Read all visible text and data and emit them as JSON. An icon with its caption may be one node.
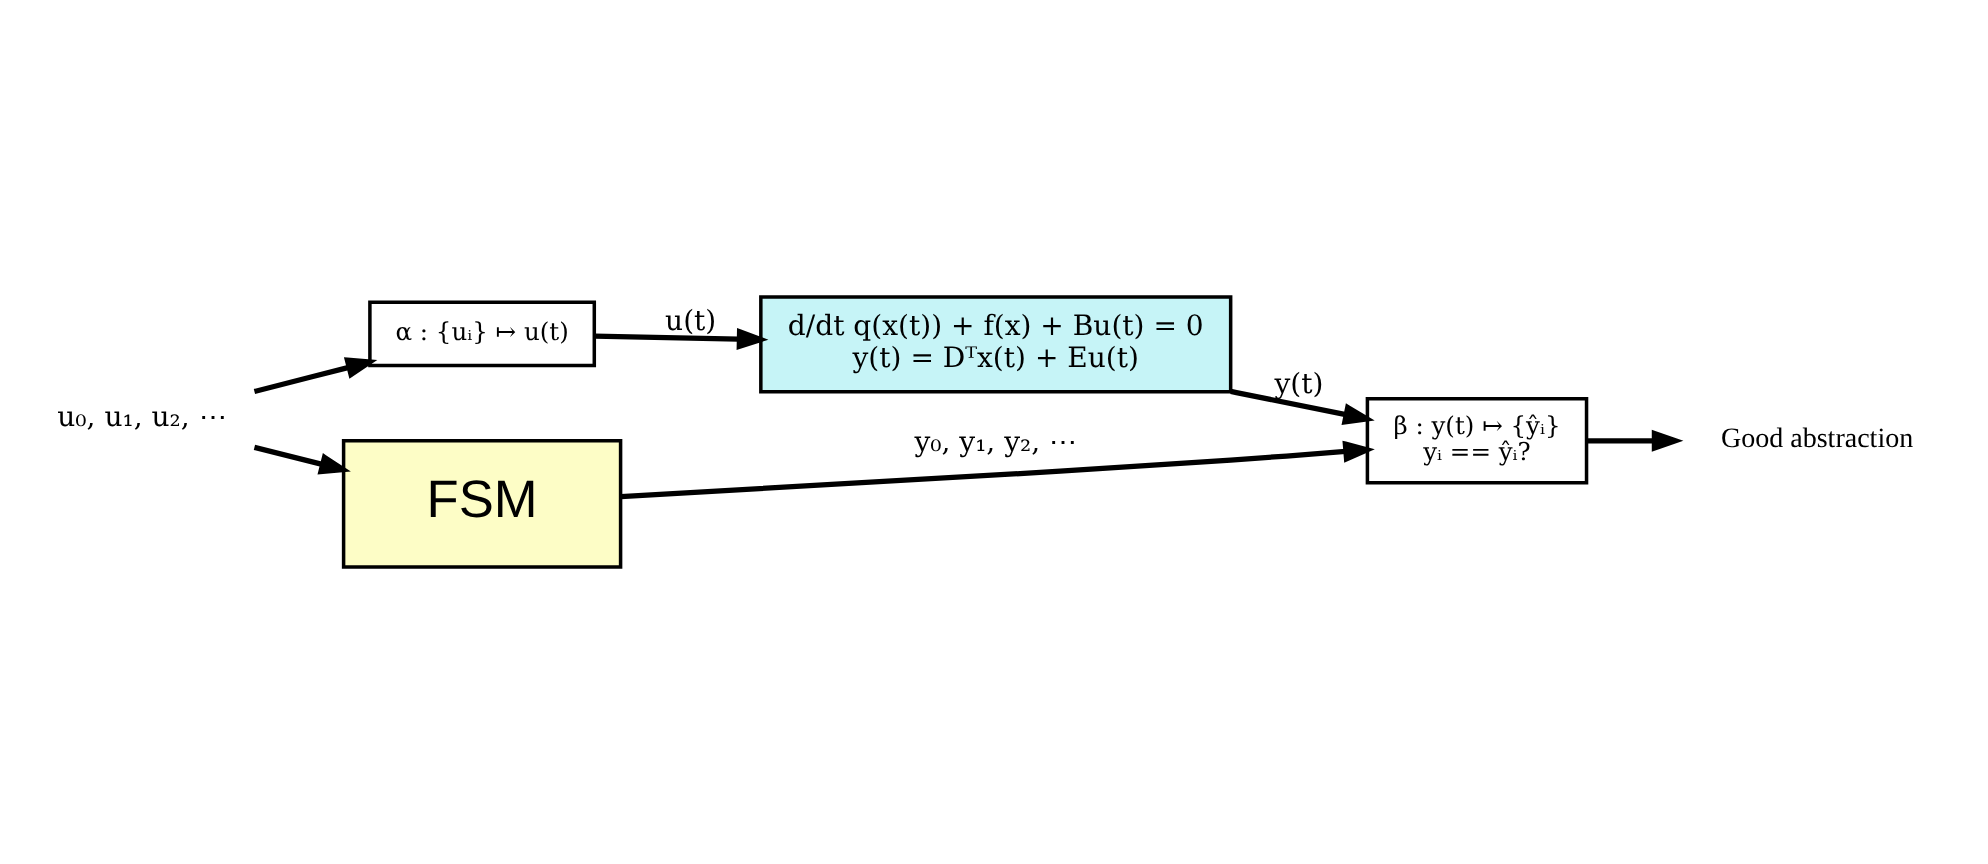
{
  "diagram": {
    "nodes": [
      {
        "text": [
          "d/dt q(x(t)) + f(x) + Bu(t) = 0",
          "y(t) = Dᵀx(t) + Eu(t)"
        ]
      },
      {
        "text": [
          "α : {uᵢ} ↦ u(t)"
        ]
      },
      {
        "text": [
          "β : y(t) ↦ {ŷᵢ}",
          "yᵢ == ŷᵢ?"
        ]
      },
      {
        "text": [
          "FSM"
        ]
      },
      {
        "text": [
          "u₀, u₁, u₂, ⋯"
        ]
      },
      {
        "text": [
          "Good abstraction"
        ]
      }
    ],
    "edges": [
      {
        "from": 4,
        "to": 1,
        "arrow": "to"
      },
      {
        "from": 4,
        "to": 3,
        "arrow": "to"
      },
      {
        "from": 1,
        "to": 0,
        "arrow": "to",
        "label": "u(t)"
      },
      {
        "from": 0,
        "to": 2,
        "arrow": "to",
        "label": "y(t)"
      },
      {
        "from": 3,
        "to": 2,
        "arrow": "to",
        "label": "y₀, y₁, y₂, ⋯"
      },
      {
        "from": 2,
        "to": 5,
        "arrow": "to"
      }
    ]
  }
}
